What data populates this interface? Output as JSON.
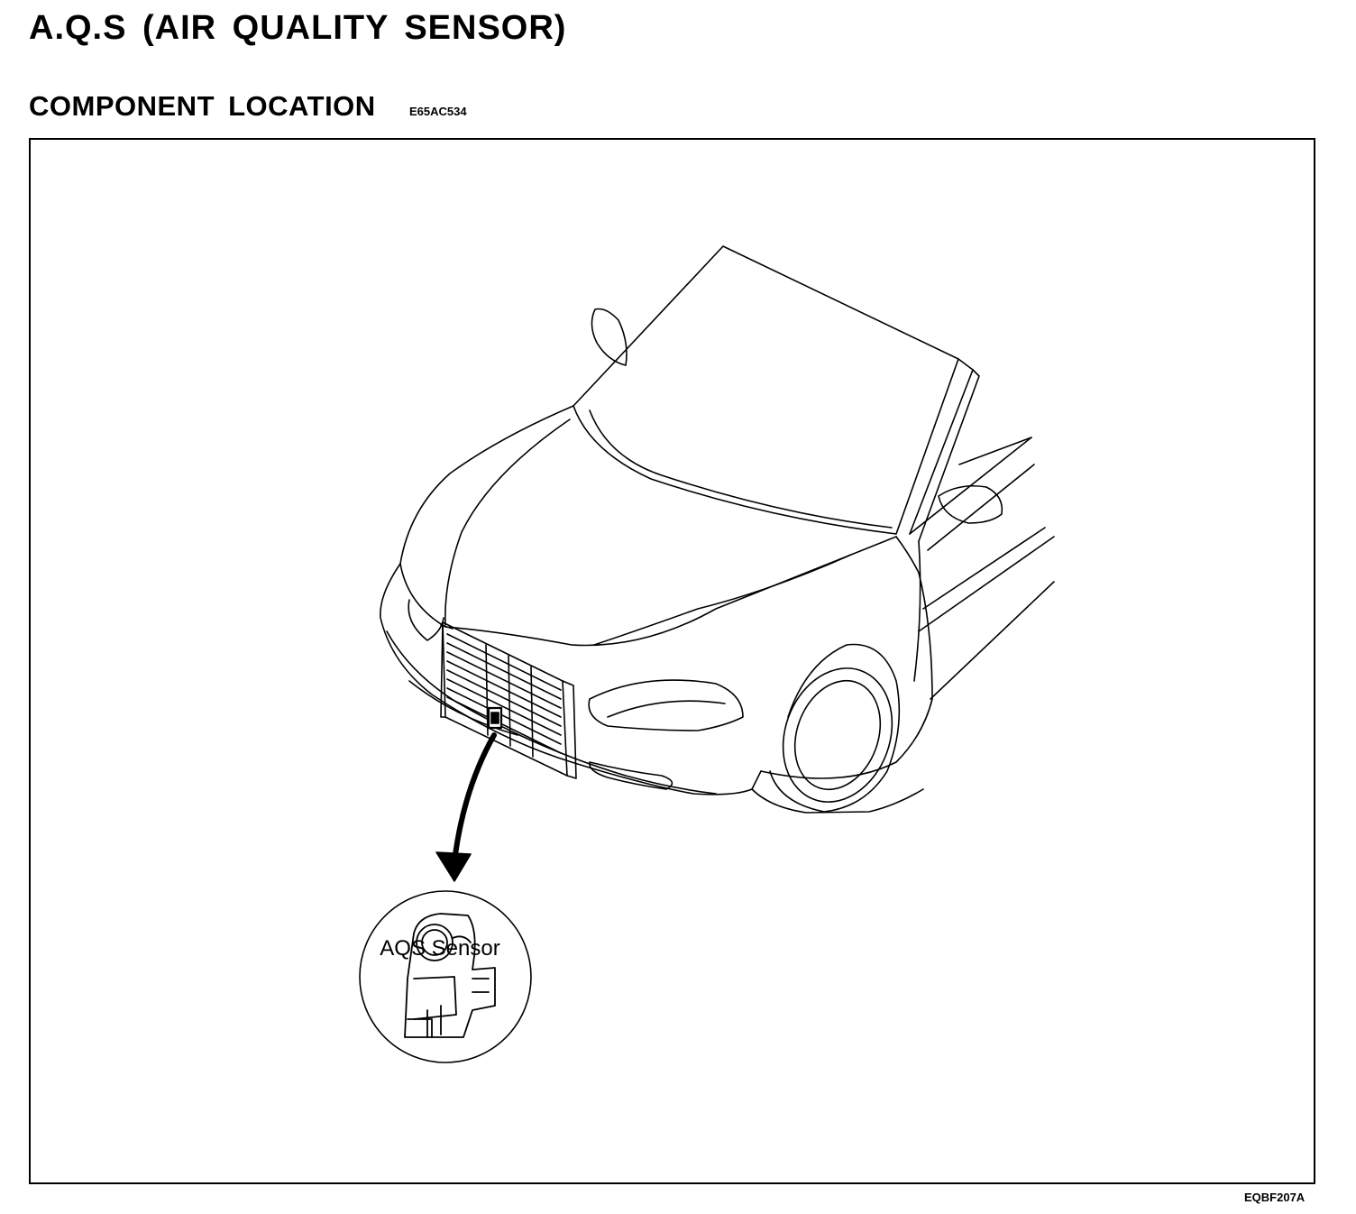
{
  "header": {
    "title": "A.Q.S (AIR QUALITY SENSOR)",
    "section": "COMPONENT LOCATION",
    "section_code": "E65AC534"
  },
  "diagram": {
    "callout_label": "AQS Sensor",
    "figure_id": "EQBF207A",
    "line_color": "#000000"
  }
}
